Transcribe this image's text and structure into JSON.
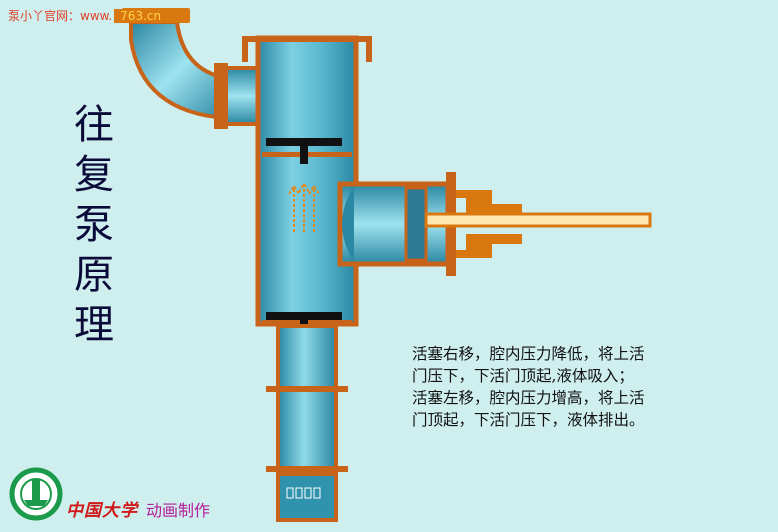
{
  "watermark": {
    "prefix": "泵小丫官网：www.",
    "domain": "763.cn"
  },
  "title": "往复泵原理",
  "explanation": {
    "lines": [
      "活塞右移，腔内压力降低，将上活",
      "门压下，下活门顶起,液体吸入；",
      "活塞左移，腔内压力增高，将上活",
      "门顶起，下活门压下，液体排出。"
    ]
  },
  "footer": {
    "org_name": "中国大学",
    "credit": "动画制作",
    "logo": "university-seal-logo"
  },
  "colors": {
    "background": "#cfeeee",
    "pipe_wall": "#c8641a",
    "fluid_dark": "#2f93ae",
    "fluid_light": "#9ee3ef",
    "valve": "#111111",
    "seal_green": "#1a9a4a"
  }
}
